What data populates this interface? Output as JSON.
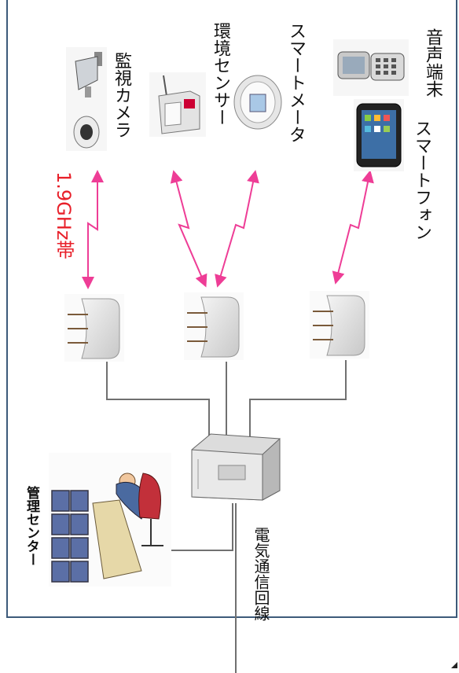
{
  "labels": {
    "camera": "監視カメラ",
    "env_sensor": "環境センサー",
    "smart_meter": "スマートメータ",
    "voice_terminal": "音声端末",
    "smartphone": "スマートフォン",
    "band": "1.9GHz帯",
    "management_center": "管理センター",
    "telecom_line": "電気通信回線"
  },
  "colors": {
    "frame": "#3d5a7a",
    "radio_link": "#ee3d96",
    "band_label": "#e8202a",
    "wire": "#707070"
  },
  "icons": {
    "camera": "security-camera-icon",
    "env_sensor": "environment-sensor-icon",
    "smart_meter": "smart-meter-icon",
    "voice_terminal": "flip-phone-icon",
    "smartphone": "smartphone-icon",
    "base_station": "base-station-icon",
    "server": "server-icon",
    "operator": "operator-workstation-icon"
  }
}
